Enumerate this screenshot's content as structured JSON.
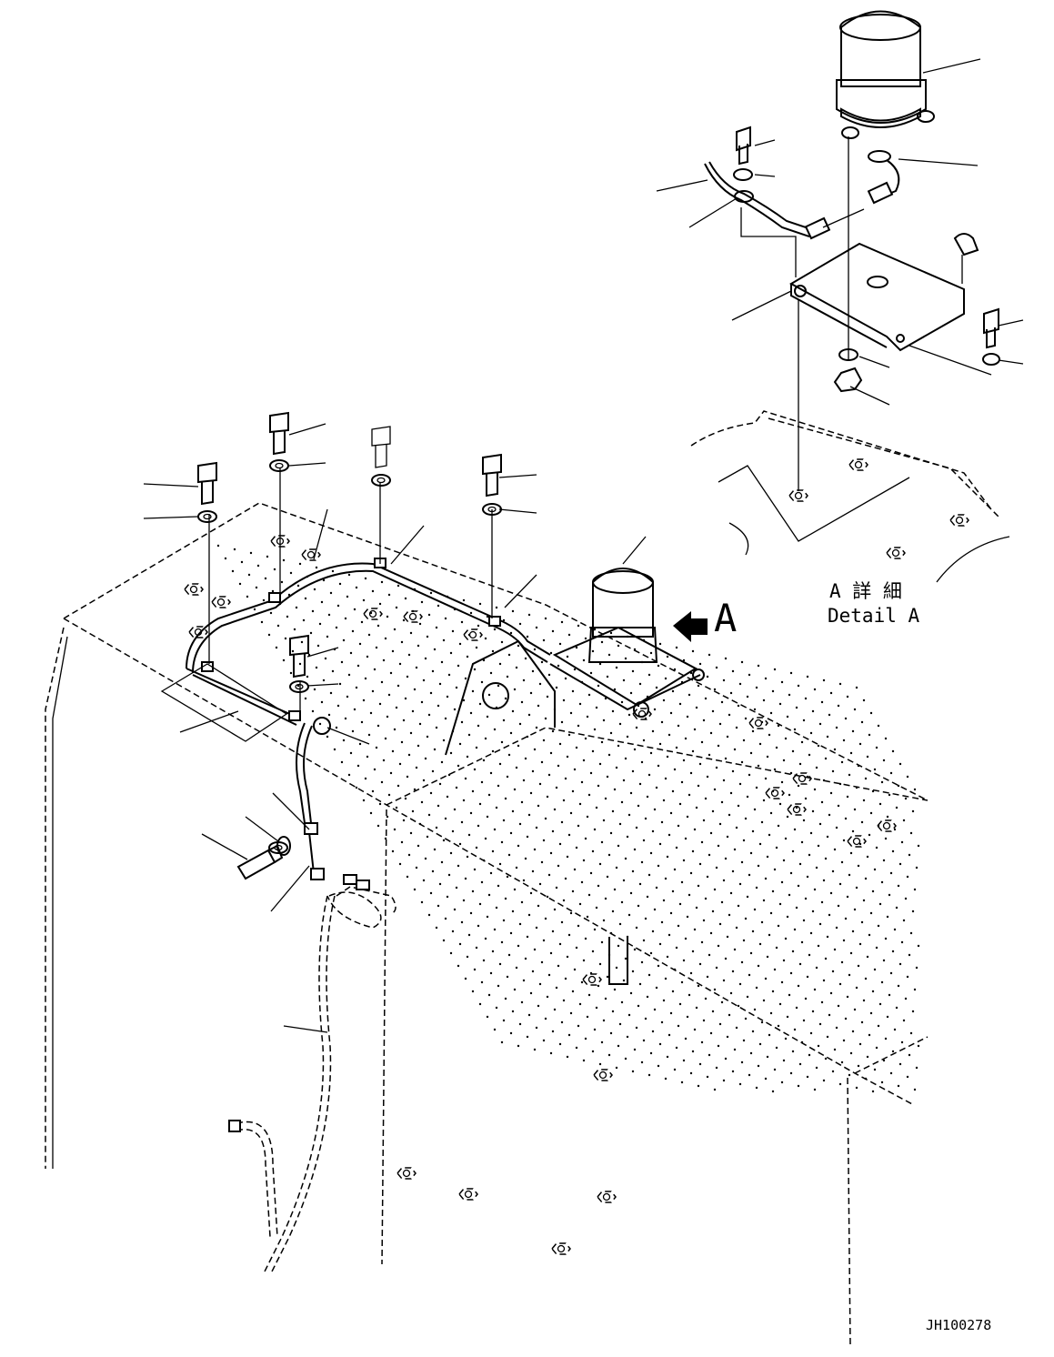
{
  "drawing": {
    "callout_letter": "A",
    "detail_title_jp": "A 詳 細",
    "detail_title_en": "Detail A",
    "drawing_number": "JH100278"
  }
}
